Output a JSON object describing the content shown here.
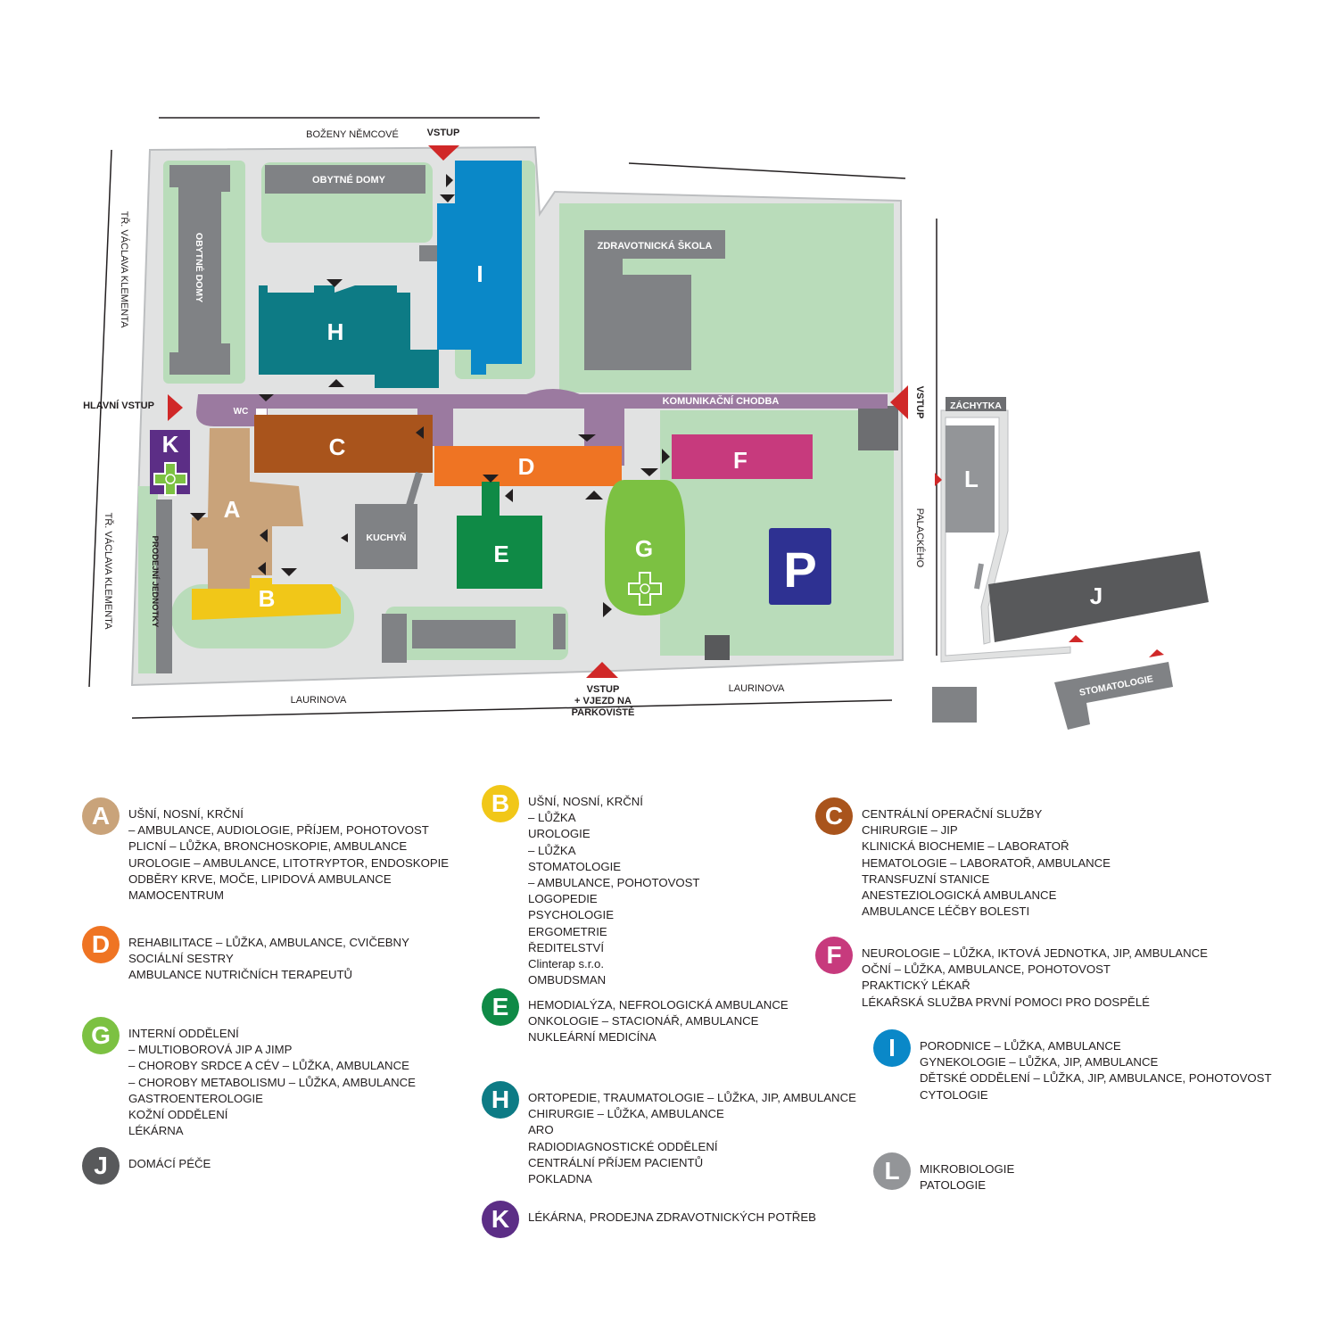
{
  "streets": {
    "top": "BOŽENY NĚMCOVÉ",
    "left_upper": "TŘ. VÁCLAVA KLEMENTA",
    "left_lower": "TŘ. VÁCLAVA KLEMENTA",
    "bottom_left": "LAURINOVA",
    "bottom_right": "LAURINOVA",
    "right": "PALACKÉHO"
  },
  "entrances": {
    "top": "VSTUP",
    "main": "HLAVNÍ VSTUP",
    "right": "VSTUP",
    "bottom_line1": "VSTUP",
    "bottom_line2": "+ VJEZD NA",
    "bottom_line3": "PARKOVIŠTĚ"
  },
  "labels": {
    "residential_top": "OBYTNÉ DOMY",
    "residential_left": "OBYTNÉ DOMY",
    "school": "ZDRAVOTNICKÁ ŠKOLA",
    "corridor": "KOMUNIKAČNÍ CHODBA",
    "wc": "WC",
    "kitchen": "KUCHYŇ",
    "shop_units": "PRODEJNÍ JEDNOTKY",
    "sobering": "ZÁCHYTKA",
    "dental": "STOMATOLOGIE",
    "parking": "P"
  },
  "buildings": {
    "A": "A",
    "B": "B",
    "C": "C",
    "D": "D",
    "E": "E",
    "F": "F",
    "G": "G",
    "H": "H",
    "I": "I",
    "J": "J",
    "K": "K",
    "L": "L"
  },
  "colors": {
    "A": "#c9a37a",
    "B": "#f1c718",
    "C": "#a9541c",
    "D": "#ef7423",
    "E": "#0f8a46",
    "F": "#c73a7d",
    "G": "#7cc142",
    "H": "#0d7b85",
    "I": "#0a88c8",
    "J": "#58595b",
    "K": "#5c2e86",
    "L": "#939598",
    "corridor": "#9b7aa0",
    "grass": "#b9dcba",
    "path": "#e1e2e2",
    "grey_building": "#8a8c8e",
    "entrance": "#d02828",
    "parking": "#2e3192"
  },
  "legend": {
    "A": {
      "letter": "A",
      "lines": [
        "UŠNÍ, NOSNÍ, KRČNÍ",
        "– AMBULANCE, AUDIOLOGIE, PŘÍJEM, POHOTOVOST",
        "PLICNÍ – LŮŽKA, BRONCHOSKOPIE, AMBULANCE",
        "UROLOGIE – AMBULANCE, LITOTRYPTOR, ENDOSKOPIE",
        "ODBĚRY KRVE, MOČE, LIPIDOVÁ AMBULANCE",
        "MAMOCENTRUM"
      ]
    },
    "D": {
      "letter": "D",
      "lines": [
        "REHABILITACE – LŮŽKA, AMBULANCE, CVIČEBNY",
        "SOCIÁLNÍ SESTRY",
        "AMBULANCE NUTRIČNÍCH TERAPEUTŮ"
      ]
    },
    "G": {
      "letter": "G",
      "lines": [
        "INTERNÍ ODDĚLENÍ",
        "– MULTIOBOROVÁ JIP A JIMP",
        "– CHOROBY SRDCE A CÉV – LŮŽKA, AMBULANCE",
        "– CHOROBY METABOLISMU – LŮŽKA, AMBULANCE",
        "GASTROENTEROLOGIE",
        "KOŽNÍ ODDĚLENÍ",
        "LÉKÁRNA"
      ]
    },
    "J": {
      "letter": "J",
      "lines": [
        "DOMÁCÍ PÉČE"
      ]
    },
    "B": {
      "letter": "B",
      "lines": [
        "UŠNÍ, NOSNÍ, KRČNÍ",
        "– LŮŽKA",
        "UROLOGIE",
        "– LŮŽKA",
        "STOMATOLOGIE",
        "– AMBULANCE, POHOTOVOST",
        "LOGOPEDIE",
        "PSYCHOLOGIE",
        "ERGOMETRIE",
        "ŘEDITELSTVÍ",
        "Clinterap s.r.o.",
        "OMBUDSMAN"
      ]
    },
    "E": {
      "letter": "E",
      "lines": [
        "HEMODIALÝZA, NEFROLOGICKÁ AMBULANCE",
        "ONKOLOGIE – STACIONÁŘ, AMBULANCE",
        "NUKLEÁRNÍ MEDICÍNA"
      ]
    },
    "H": {
      "letter": "H",
      "lines": [
        "ORTOPEDIE, TRAUMATOLOGIE – LŮŽKA, JIP, AMBULANCE",
        "CHIRURGIE – LŮŽKA, AMBULANCE",
        "ARO",
        "RADIODIAGNOSTICKÉ ODDĚLENÍ",
        "CENTRÁLNÍ PŘÍJEM PACIENTŮ",
        "POKLADNA"
      ]
    },
    "K": {
      "letter": "K",
      "lines": [
        "LÉKÁRNA, PRODEJNA ZDRAVOTNICKÝCH POTŘEB"
      ]
    },
    "C": {
      "letter": "C",
      "lines": [
        "CENTRÁLNÍ OPERAČNÍ SLUŽBY",
        "CHIRURGIE – JIP",
        "KLINICKÁ BIOCHEMIE – LABORATOŘ",
        "HEMATOLOGIE – LABORATOŘ, AMBULANCE",
        "TRANSFUZNÍ STANICE",
        "ANESTEZIOLOGICKÁ AMBULANCE",
        "AMBULANCE LÉČBY BOLESTI"
      ]
    },
    "F": {
      "letter": "F",
      "lines": [
        "NEUROLOGIE – LŮŽKA, IKTOVÁ JEDNOTKA, JIP, AMBULANCE",
        "OČNÍ – LŮŽKA, AMBULANCE, POHOTOVOST",
        "PRAKTICKÝ LÉKAŘ",
        "LÉKAŘSKÁ SLUŽBA PRVNÍ POMOCI PRO DOSPĚLÉ"
      ]
    },
    "I": {
      "letter": "I",
      "lines": [
        "PORODNICE – LŮŽKA, AMBULANCE",
        "GYNEKOLOGIE – LŮŽKA, JIP, AMBULANCE",
        "DĚTSKÉ ODDĚLENÍ – LŮŽKA, JIP, AMBULANCE, POHOTOVOST",
        "CYTOLOGIE"
      ]
    },
    "L": {
      "letter": "L",
      "lines": [
        "MIKROBIOLOGIE",
        "PATOLOGIE"
      ]
    }
  }
}
